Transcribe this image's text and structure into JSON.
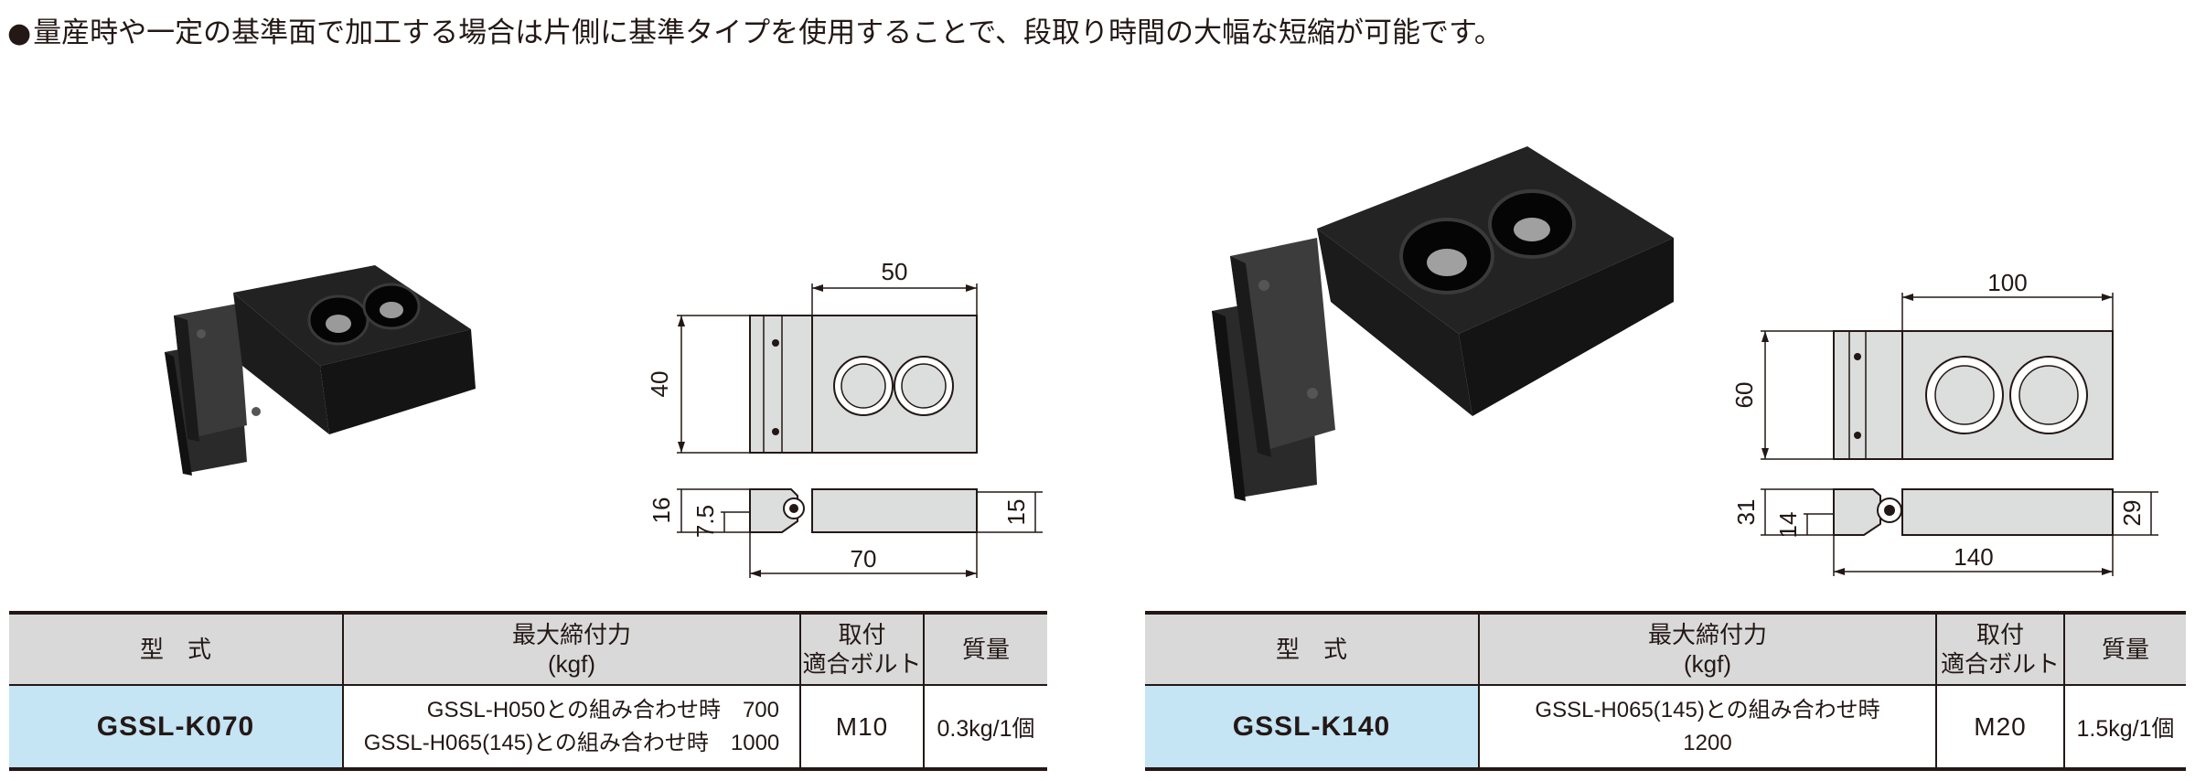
{
  "headline": "量産時や一定の基準面で加工する場合は片側に基準タイプを使用することで、段取り時間の大幅な短縮が可能です。",
  "headline_bullet": "●",
  "table_headers": {
    "model": "型　式",
    "force_line1": "最大締付力",
    "force_line2": "(kgf)",
    "bolt_line1": "取付",
    "bolt_line2": "適合ボルト",
    "mass": "質量"
  },
  "products": [
    {
      "model": "GSSL-K070",
      "force_lines": [
        "GSSL-H050との組み合わせ時　700",
        "GSSL-H065(145)との組み合わせ時　1000"
      ],
      "bolt": "M10",
      "mass": "0.3kg/1個",
      "dims": {
        "top_width": "50",
        "top_height": "40",
        "side_total": "16",
        "side_step": "7.5",
        "side_right": "15",
        "overall_length": "70"
      }
    },
    {
      "model": "GSSL-K140",
      "force_lines": [
        "GSSL-H065(145)との組み合わせ時",
        "1200"
      ],
      "bolt": "M20",
      "mass": "1.5kg/1個",
      "dims": {
        "top_width": "100",
        "top_height": "60",
        "side_total": "31",
        "side_step": "14",
        "side_right": "29",
        "overall_length": "140"
      }
    }
  ],
  "colors": {
    "header_bg": "#d9d9d9",
    "model_bg": "#c5e4f4",
    "drawing_fill": "#dcdddd",
    "hole_ring": "#ffffff",
    "text": "#231815"
  }
}
